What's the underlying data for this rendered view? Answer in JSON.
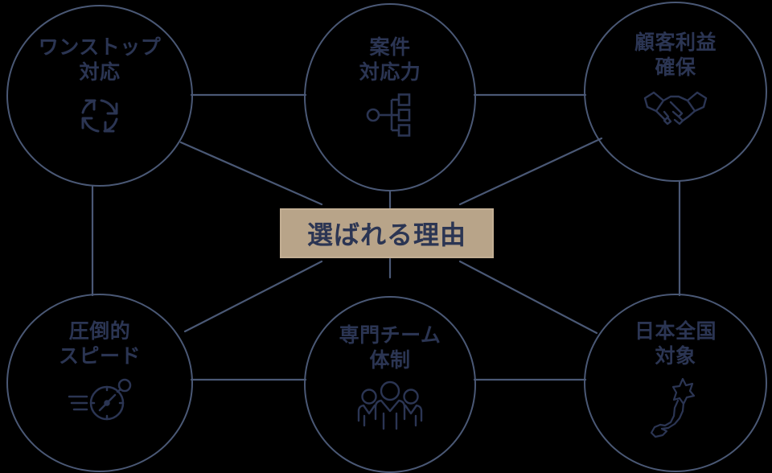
{
  "diagram": {
    "title": "選ばれる理由",
    "type": "hub-and-spoke",
    "colors": {
      "background": "#000000",
      "line": "#4a5875",
      "text": "#2b3553",
      "hub_fill": "#b8a489",
      "hub_border": "#c2ae93"
    },
    "hub": {
      "label": "選ばれる理由",
      "icon": "none"
    },
    "nodes": [
      {
        "id": "one-stop",
        "label": "ワンストップ\n対応",
        "line1": "ワンストップ",
        "line2": "対応",
        "icon": "cycle-arrows-icon",
        "position": "top-left"
      },
      {
        "id": "case-capability",
        "label": "案件\n対応力",
        "line1": "案件",
        "line2": "対応力",
        "icon": "network-hierarchy-icon",
        "position": "top-center"
      },
      {
        "id": "customer-benefit",
        "label": "顧客利益\n確保",
        "line1": "顧客利益",
        "line2": "確保",
        "icon": "handshake-icon",
        "position": "top-right"
      },
      {
        "id": "speed",
        "label": "圧倒的\nスピード",
        "line1": "圧倒的",
        "line2": "スピード",
        "icon": "stopwatch-icon",
        "position": "bottom-left"
      },
      {
        "id": "specialist-team",
        "label": "専門チーム\n体制",
        "line1": "専門チーム",
        "line2": "体制",
        "icon": "three-people-icon",
        "position": "bottom-center"
      },
      {
        "id": "nationwide",
        "label": "日本全国\n対象",
        "line1": "日本全国",
        "line2": "対象",
        "icon": "japan-map-icon",
        "position": "bottom-right"
      }
    ],
    "edges": [
      {
        "from": "one-stop",
        "to": "case-capability"
      },
      {
        "from": "case-capability",
        "to": "customer-benefit"
      },
      {
        "from": "speed",
        "to": "specialist-team"
      },
      {
        "from": "specialist-team",
        "to": "nationwide"
      },
      {
        "from": "one-stop",
        "to": "speed"
      },
      {
        "from": "customer-benefit",
        "to": "nationwide"
      },
      {
        "from": "one-stop",
        "to": "hub"
      },
      {
        "from": "case-capability",
        "to": "hub"
      },
      {
        "from": "customer-benefit",
        "to": "hub"
      },
      {
        "from": "speed",
        "to": "hub"
      },
      {
        "from": "specialist-team",
        "to": "hub"
      },
      {
        "from": "nationwide",
        "to": "hub"
      }
    ]
  }
}
